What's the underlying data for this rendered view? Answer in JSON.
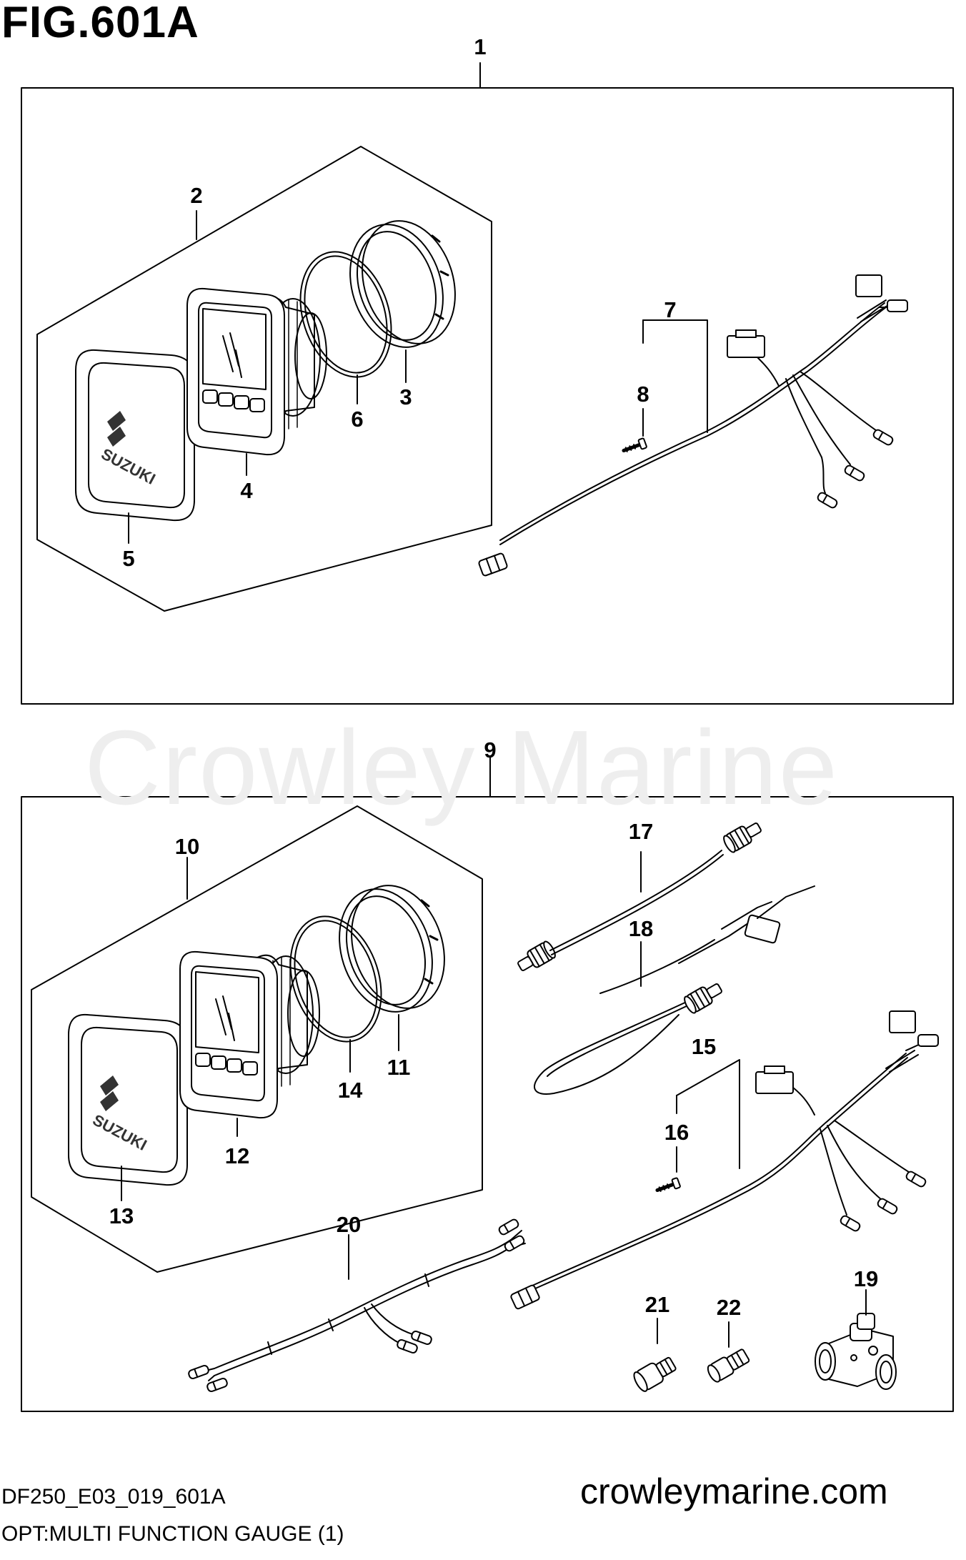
{
  "figure": {
    "title": "FIG.601A",
    "watermark": "Crowley Marine",
    "code": "DF250_E03_019_601A",
    "caption": "OPT:MULTI FUNCTION GAUGE (1)",
    "website": "crowleymarine.com"
  },
  "gauge_logo": "SUZUKI",
  "callouts": {
    "c1": "1",
    "c2": "2",
    "c3": "3",
    "c4": "4",
    "c5": "5",
    "c6": "6",
    "c7": "7",
    "c8": "8",
    "c9": "9",
    "c10": "10",
    "c11": "11",
    "c12": "12",
    "c13": "13",
    "c14": "14",
    "c15": "15",
    "c16": "16",
    "c17": "17",
    "c18": "18",
    "c19": "19",
    "c20": "20",
    "c21": "21",
    "c22": "22"
  }
}
